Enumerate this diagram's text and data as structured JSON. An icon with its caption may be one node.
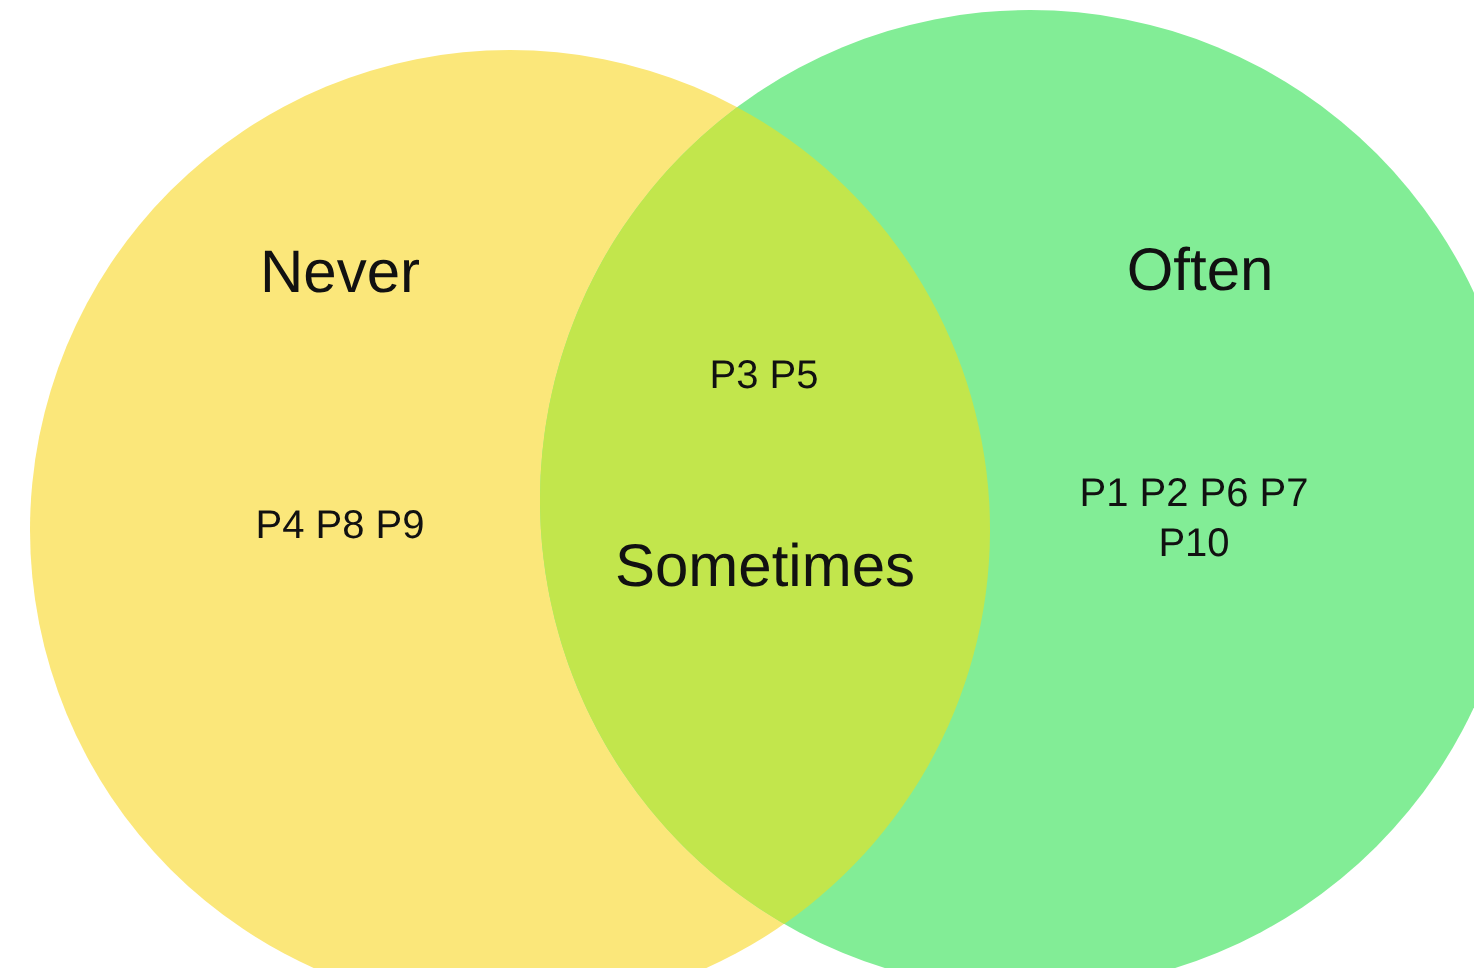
{
  "diagram": {
    "nodes": [
      {
        "text": [
          "Never",
          "P4 P8 P9"
        ]
      },
      {
        "text": [
          "Often",
          "P1 P2 P6 P7 P10"
        ]
      },
      {
        "text": [
          "P3 P5",
          "Sometimes"
        ]
      }
    ]
  }
}
